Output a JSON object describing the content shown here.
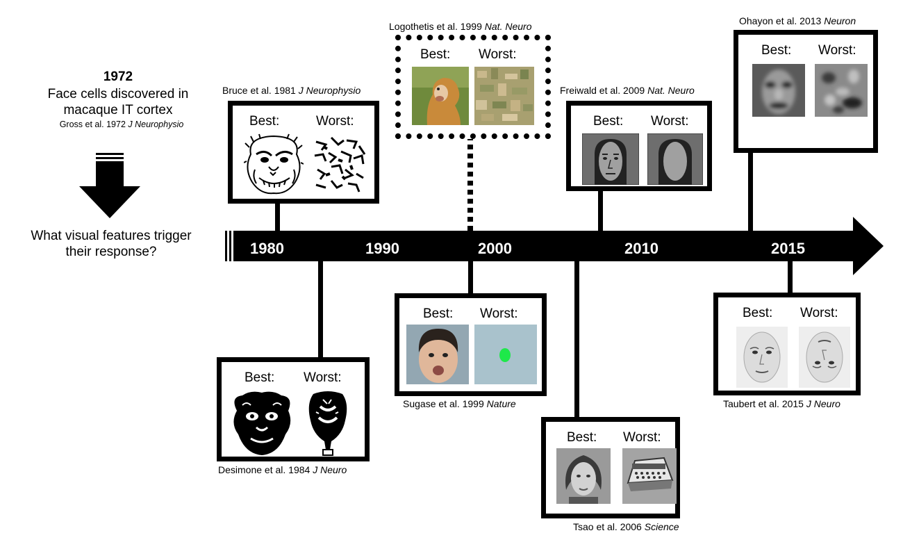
{
  "intro": {
    "year": "1972",
    "line1": "Face cells discovered in",
    "line2": "macaque IT cortex",
    "cite_authors": "Gross et al. 1972",
    "cite_journal": "J Neurophysio",
    "question_line1": "What visual features trigger",
    "question_line2": "their response?"
  },
  "timeline": {
    "years": [
      "1980",
      "1990",
      "2000",
      "2010",
      "2015"
    ]
  },
  "panel_labels": {
    "best": "Best:",
    "worst": "Worst:"
  },
  "studies": [
    {
      "authors": "Bruce et al. 1981",
      "journal": "J Neurophysio"
    },
    {
      "authors": "Desimone et al. 1984",
      "journal": "J Neuro"
    },
    {
      "authors": "Logothetis et al. 1999",
      "journal": "Nat. Neuro"
    },
    {
      "authors": "Sugase et al. 1999",
      "journal": "Nature"
    },
    {
      "authors": "Tsao et al. 2006",
      "journal": "Science"
    },
    {
      "authors": "Freiwald et al. 2009",
      "journal": "Nat. Neuro"
    },
    {
      "authors": "Ohayon et al. 2013",
      "journal": "Neuron"
    },
    {
      "authors": "Taubert et al. 2015",
      "journal": "J Neuro"
    }
  ]
}
